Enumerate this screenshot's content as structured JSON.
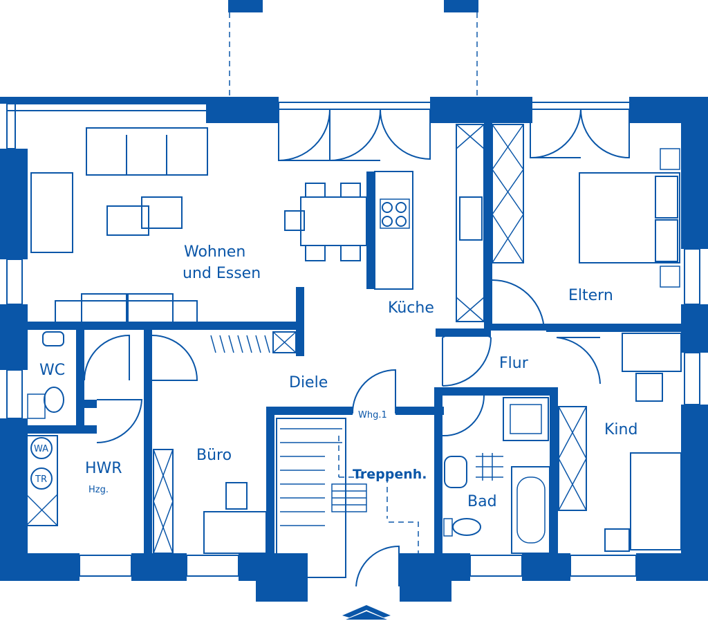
{
  "colors": {
    "wall": "#0a56a8",
    "background": "#ffffff"
  },
  "rooms": {
    "wohnen_line1": "Wohnen",
    "wohnen_line2": "und  Essen",
    "kueche": "Küche",
    "eltern": "Eltern",
    "flur": "Flur",
    "wc": "WC",
    "diele": "Diele",
    "kind": "Kind",
    "hwr": "HWR",
    "hzg": "Hzg.",
    "buero": "Büro",
    "treppenhaus": "Treppenh.",
    "whg": "Whg.1",
    "bad": "Bad"
  },
  "appliances": {
    "washer": "WA",
    "dryer": "TR"
  },
  "icons": [
    "entrance-arrow-icon",
    "door-swing-icon",
    "window-icon",
    "staircase-icon"
  ]
}
